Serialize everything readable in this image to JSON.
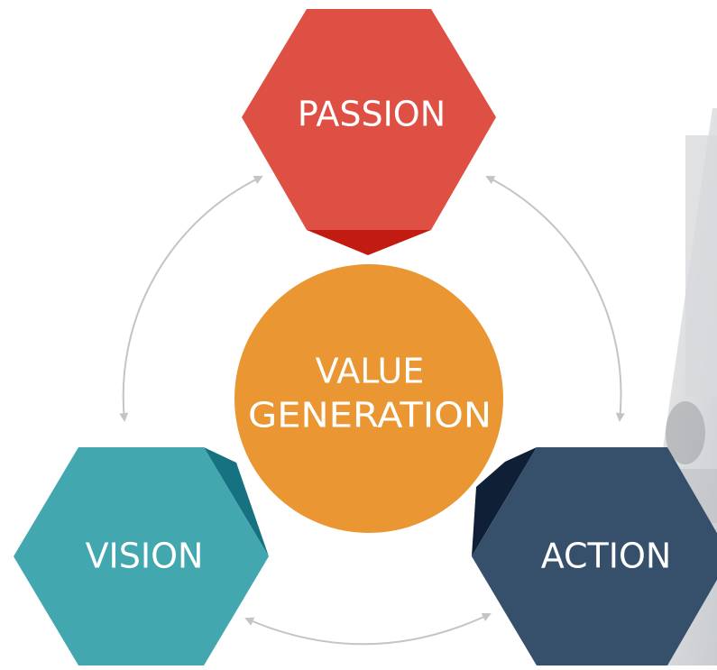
{
  "nodes": {
    "passion": {
      "label": "PASSION"
    },
    "vision": {
      "label": "VISION"
    },
    "action": {
      "label": "ACTION"
    },
    "center": {
      "line1": "VALUE",
      "line2": "GENERATION"
    }
  },
  "colors": {
    "passion": "#df5044",
    "passion_shade": "#c21c12",
    "vision": "#43a7b0",
    "vision_shade": "#167280",
    "action": "#36506b",
    "action_shade": "#0f1f35",
    "center": "#ea9632",
    "arrow": "#c4c4c4",
    "text": "#ffffff"
  }
}
